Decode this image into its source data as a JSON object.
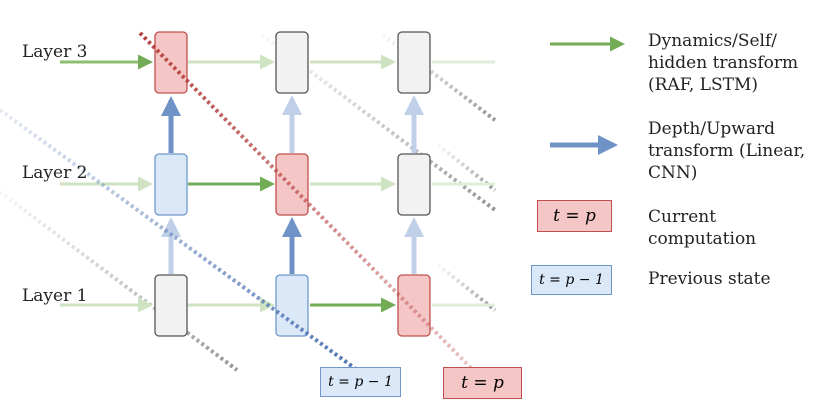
{
  "layers": [
    {
      "label": "Layer 1"
    },
    {
      "label": "Layer 2"
    },
    {
      "label": "Layer 3"
    }
  ],
  "grid": {
    "columns": 3,
    "cells": [
      [
        "gray",
        "blue",
        "red"
      ],
      [
        "blue",
        "red",
        "gray"
      ],
      [
        "red",
        "gray",
        "gray"
      ]
    ]
  },
  "tags": {
    "previous": "t = p − 1",
    "current": "t = p"
  },
  "legend": {
    "dynamics": "Dynamics/Self/ hidden transform (RAF, LSTM)",
    "depth": "Depth/Upward transform (Linear, CNN)",
    "current": "Current computation",
    "previous": "Previous state"
  },
  "colors": {
    "red_fill": "#f5c6c6",
    "red_stroke": "#c0504d",
    "blue_fill": "#dbe8f8",
    "blue_stroke": "#6f97cb",
    "gray_fill": "#f2f2f2",
    "gray_stroke": "#555555",
    "green": "#73ac56",
    "blue_arrow": "#6f93c6"
  }
}
